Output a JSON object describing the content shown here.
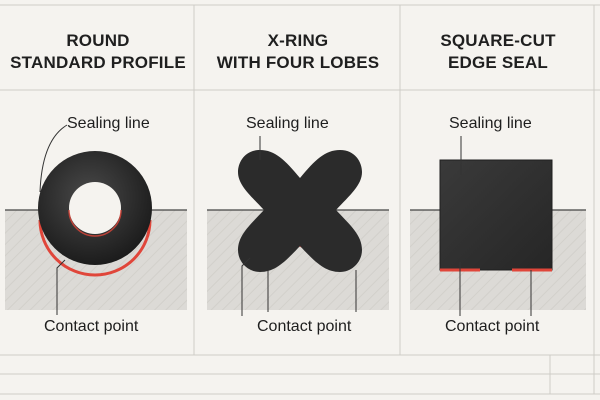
{
  "panels": [
    {
      "title_line1": "ROUND",
      "title_line2": "STANDARD PROFILE",
      "top_label": "Sealing line",
      "bottom_label": "Contact point"
    },
    {
      "title_line1": "X-RING",
      "title_line2": "WITH FOUR LOBES",
      "top_label": "Sealing line",
      "bottom_label": "Contact point"
    },
    {
      "title_line1": "SQUARE-CUT",
      "title_line2": "EDGE SEAL",
      "top_label": "Sealing line",
      "bottom_label": "Contact point"
    }
  ],
  "colors": {
    "background": "#f5f3ef",
    "seal": "#2b2b2b",
    "groove": "#dcdad6",
    "contact_highlight": "#e0463a",
    "grid_line": "#cfccc7"
  }
}
